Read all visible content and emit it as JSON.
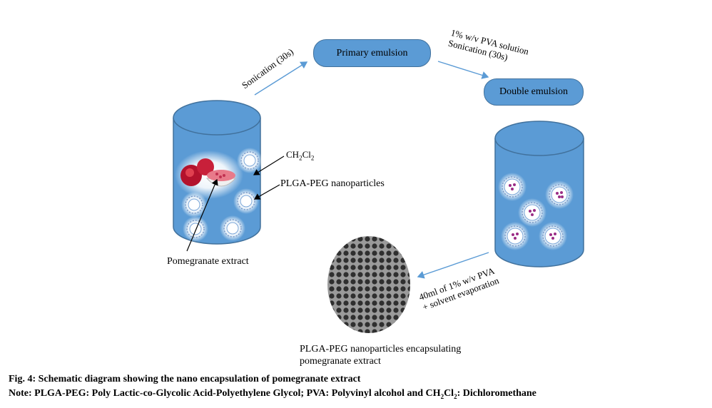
{
  "steps": {
    "primary_emulsion": "Primary emulsion",
    "double_emulsion": "Double emulsion",
    "sonication_1": "Sonication (30s)",
    "pva_solution_line1": "1% w/v PVA solution",
    "pva_solution_line2": "Sonication (30s)",
    "evaporation_line1": "40ml of 1% w/v PVA",
    "evaporation_line2": "+ solvent evaporation"
  },
  "labels": {
    "ch2cl2_main": "CH",
    "ch2cl2_sub1": "2",
    "ch2cl2_mid": "Cl",
    "ch2cl2_sub2": "2",
    "nanoparticles": "PLGA-PEG nanoparticles",
    "extract": "Pomegranate extract",
    "result_line1": "PLGA-PEG nanoparticles encapsulating",
    "result_line2": "pomegranate extract"
  },
  "caption": {
    "fig_line": "Fig. 4: Schematic diagram showing the nano encapsulation of pomegranate extract",
    "note_prefix": "Note: PLGA-PEG: Poly Lactic-co-Glycolic Acid-Polyethylene Glycol; PVA: Polyvinyl alcohol and CH",
    "note_sub1": "2",
    "note_mid": "Cl",
    "note_sub2": "2",
    "note_suffix": ": Dichloromethane"
  },
  "colors": {
    "cylinder_fill": "#5b9bd5",
    "cylinder_stroke": "#41719c",
    "arrow": "#5b9bd5",
    "drug_dot": "#9b2d86"
  }
}
